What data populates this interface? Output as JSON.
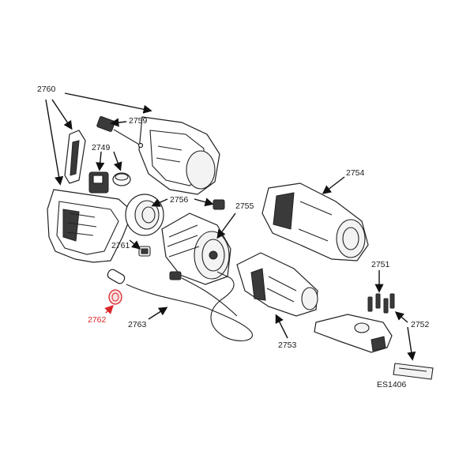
{
  "labels": {
    "p2760": "2760",
    "p2759": "2759",
    "p2749": "2749",
    "p2756": "2756",
    "p2755": "2755",
    "p2754": "2754",
    "p2761": "2761",
    "p2751": "2751",
    "p2752": "2752",
    "p2762": "2762",
    "p2763": "2763",
    "p2753": "2753",
    "es1406": "ES1406"
  },
  "colors": {
    "highlight": "#d9262b",
    "line": "#222222"
  }
}
